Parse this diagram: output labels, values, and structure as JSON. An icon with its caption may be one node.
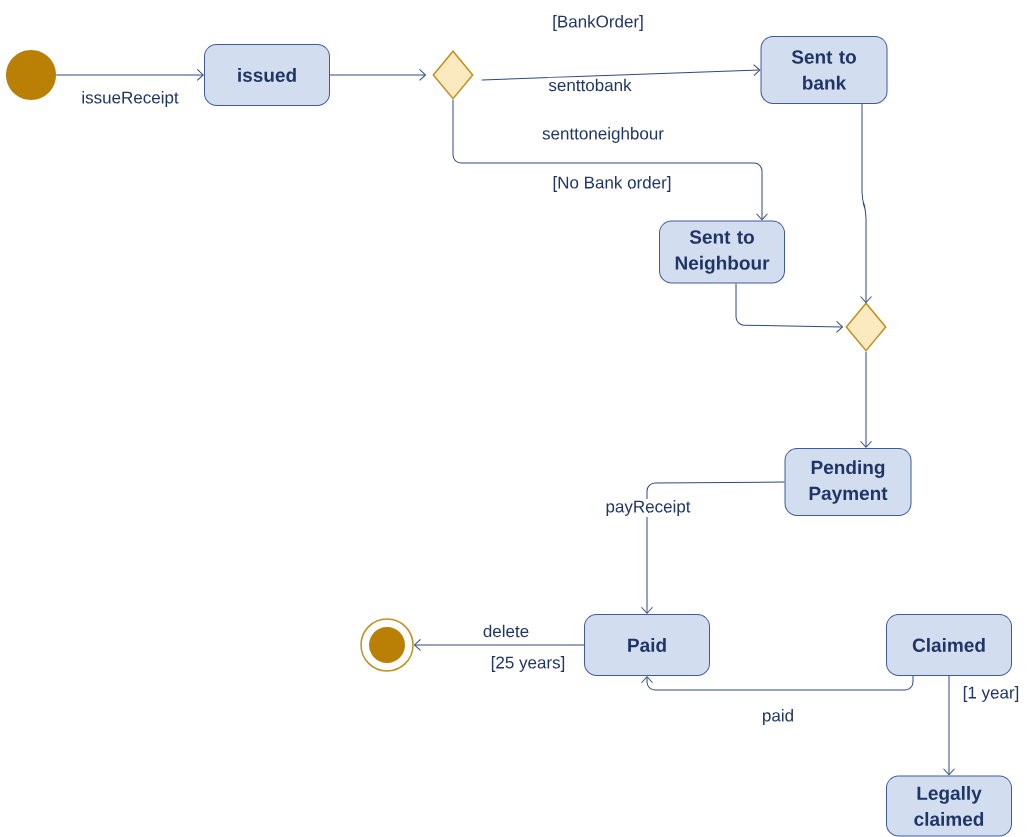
{
  "diagram": {
    "nodes": [
      {
        "text": [],
        "shape": "circle"
      },
      {
        "text": [
          "issued"
        ]
      },
      {
        "text": [],
        "shape": "diamond"
      },
      {
        "text": [
          "Sent to bank"
        ]
      },
      {
        "text": [
          "Sent to Neighbour"
        ]
      },
      {
        "text": [],
        "shape": "diamond"
      },
      {
        "text": [
          "Pending Payment"
        ]
      },
      {
        "text": [
          "Paid"
        ]
      },
      {
        "text": [],
        "shape": "bullseye"
      },
      {
        "text": [
          "Claimed"
        ]
      },
      {
        "text": [
          "Legally claimed"
        ]
      }
    ],
    "edges": [
      {
        "from": 0,
        "to": 1,
        "arrow": "to",
        "label": "issueReceipt"
      },
      {
        "from": 1,
        "to": 2,
        "arrow": "to"
      },
      {
        "from": 2,
        "to": 3,
        "arrow": "to",
        "label": "senttobank"
      },
      {
        "from": 2,
        "to": 4,
        "arrow": "to",
        "label": "senttoneighbour"
      },
      {
        "from": 3,
        "to": 5,
        "arrow": "to"
      },
      {
        "from": 4,
        "to": 5,
        "arrow": "to"
      },
      {
        "from": 5,
        "to": 6,
        "arrow": "to"
      },
      {
        "from": 6,
        "to": 7,
        "arrow": "to",
        "label": "payReceipt"
      },
      {
        "from": 7,
        "to": 8,
        "arrow": "to",
        "label": "delete"
      },
      {
        "from": 9,
        "to": 7,
        "arrow": "to",
        "label": "paid"
      },
      {
        "from": 9,
        "to": 10,
        "arrow": "to",
        "label": "[1 year]"
      }
    ],
    "labels": [
      "[BankOrder]",
      "[No Bank order]",
      "[25 years]"
    ]
  }
}
